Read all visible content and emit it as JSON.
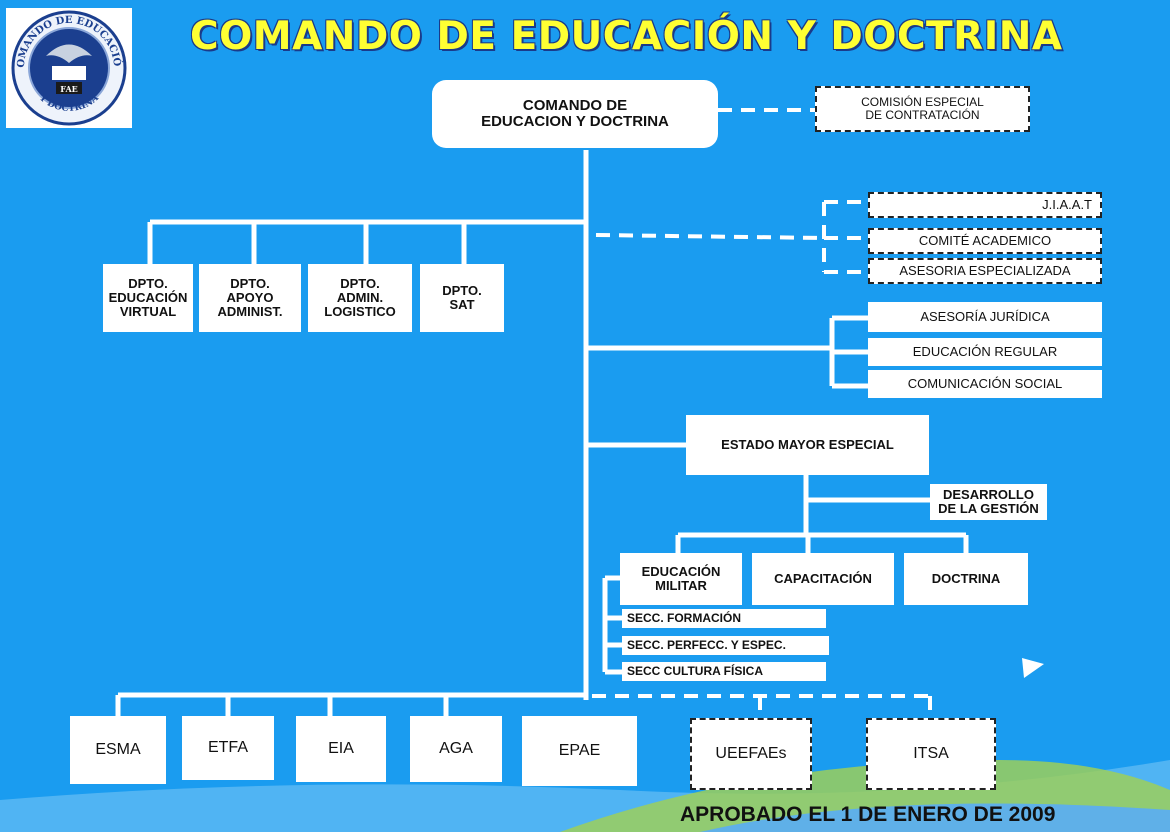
{
  "title": "COMANDO DE EDUCACIÓN Y DOCTRINA",
  "logo": {
    "top_text": "COMANDO DE EDUCACIÓN",
    "bottom_text": "Y DOCTRINA",
    "badge": "FAE"
  },
  "top_node": "COMANDO DE\nEDUCACION Y  DOCTRINA",
  "comision": "COMISIÓN ESPECIAL\nDE CONTRATACIÓN",
  "advisory_dashed": [
    "J.I.A.A.T",
    "COMITÉ ACADEMICO",
    "ASESORIA ESPECIALIZADA"
  ],
  "advisory_solid": [
    "ASESORÍA JURÍDICA",
    "EDUCACIÓN REGULAR",
    "COMUNICACIÓN SOCIAL"
  ],
  "departments": [
    "DPTO.\nEDUCACIÓN\nVIRTUAL",
    "DPTO.\nAPOYO\nADMINIST.",
    "DPTO.\nADMIN.\nLOGISTICO",
    "DPTO.\nSAT"
  ],
  "estado_mayor": "ESTADO  MAYOR ESPECIAL",
  "desarrollo": "DESARROLLO\nDE LA GESTIÓN",
  "sections": [
    "EDUCACIÓN\nMILITAR",
    "CAPACITACIÓN",
    "DOCTRINA"
  ],
  "subsections": [
    "SECC. FORMACIÓN",
    "SECC. PERFECC. Y ESPEC.",
    "SECC CULTURA FÍSICA"
  ],
  "schools": [
    "ESMA",
    "ETFA",
    "EIA",
    "AGA",
    "EPAE"
  ],
  "schools_dashed": [
    "UEEFAEs",
    "ITSA"
  ],
  "footer": "APROBADO EL 1 DE ENERO  DE 2009",
  "colors": {
    "background": "#1a9cf0",
    "title": "#ffff33",
    "box": "#ffffff",
    "line": "#ffffff"
  }
}
